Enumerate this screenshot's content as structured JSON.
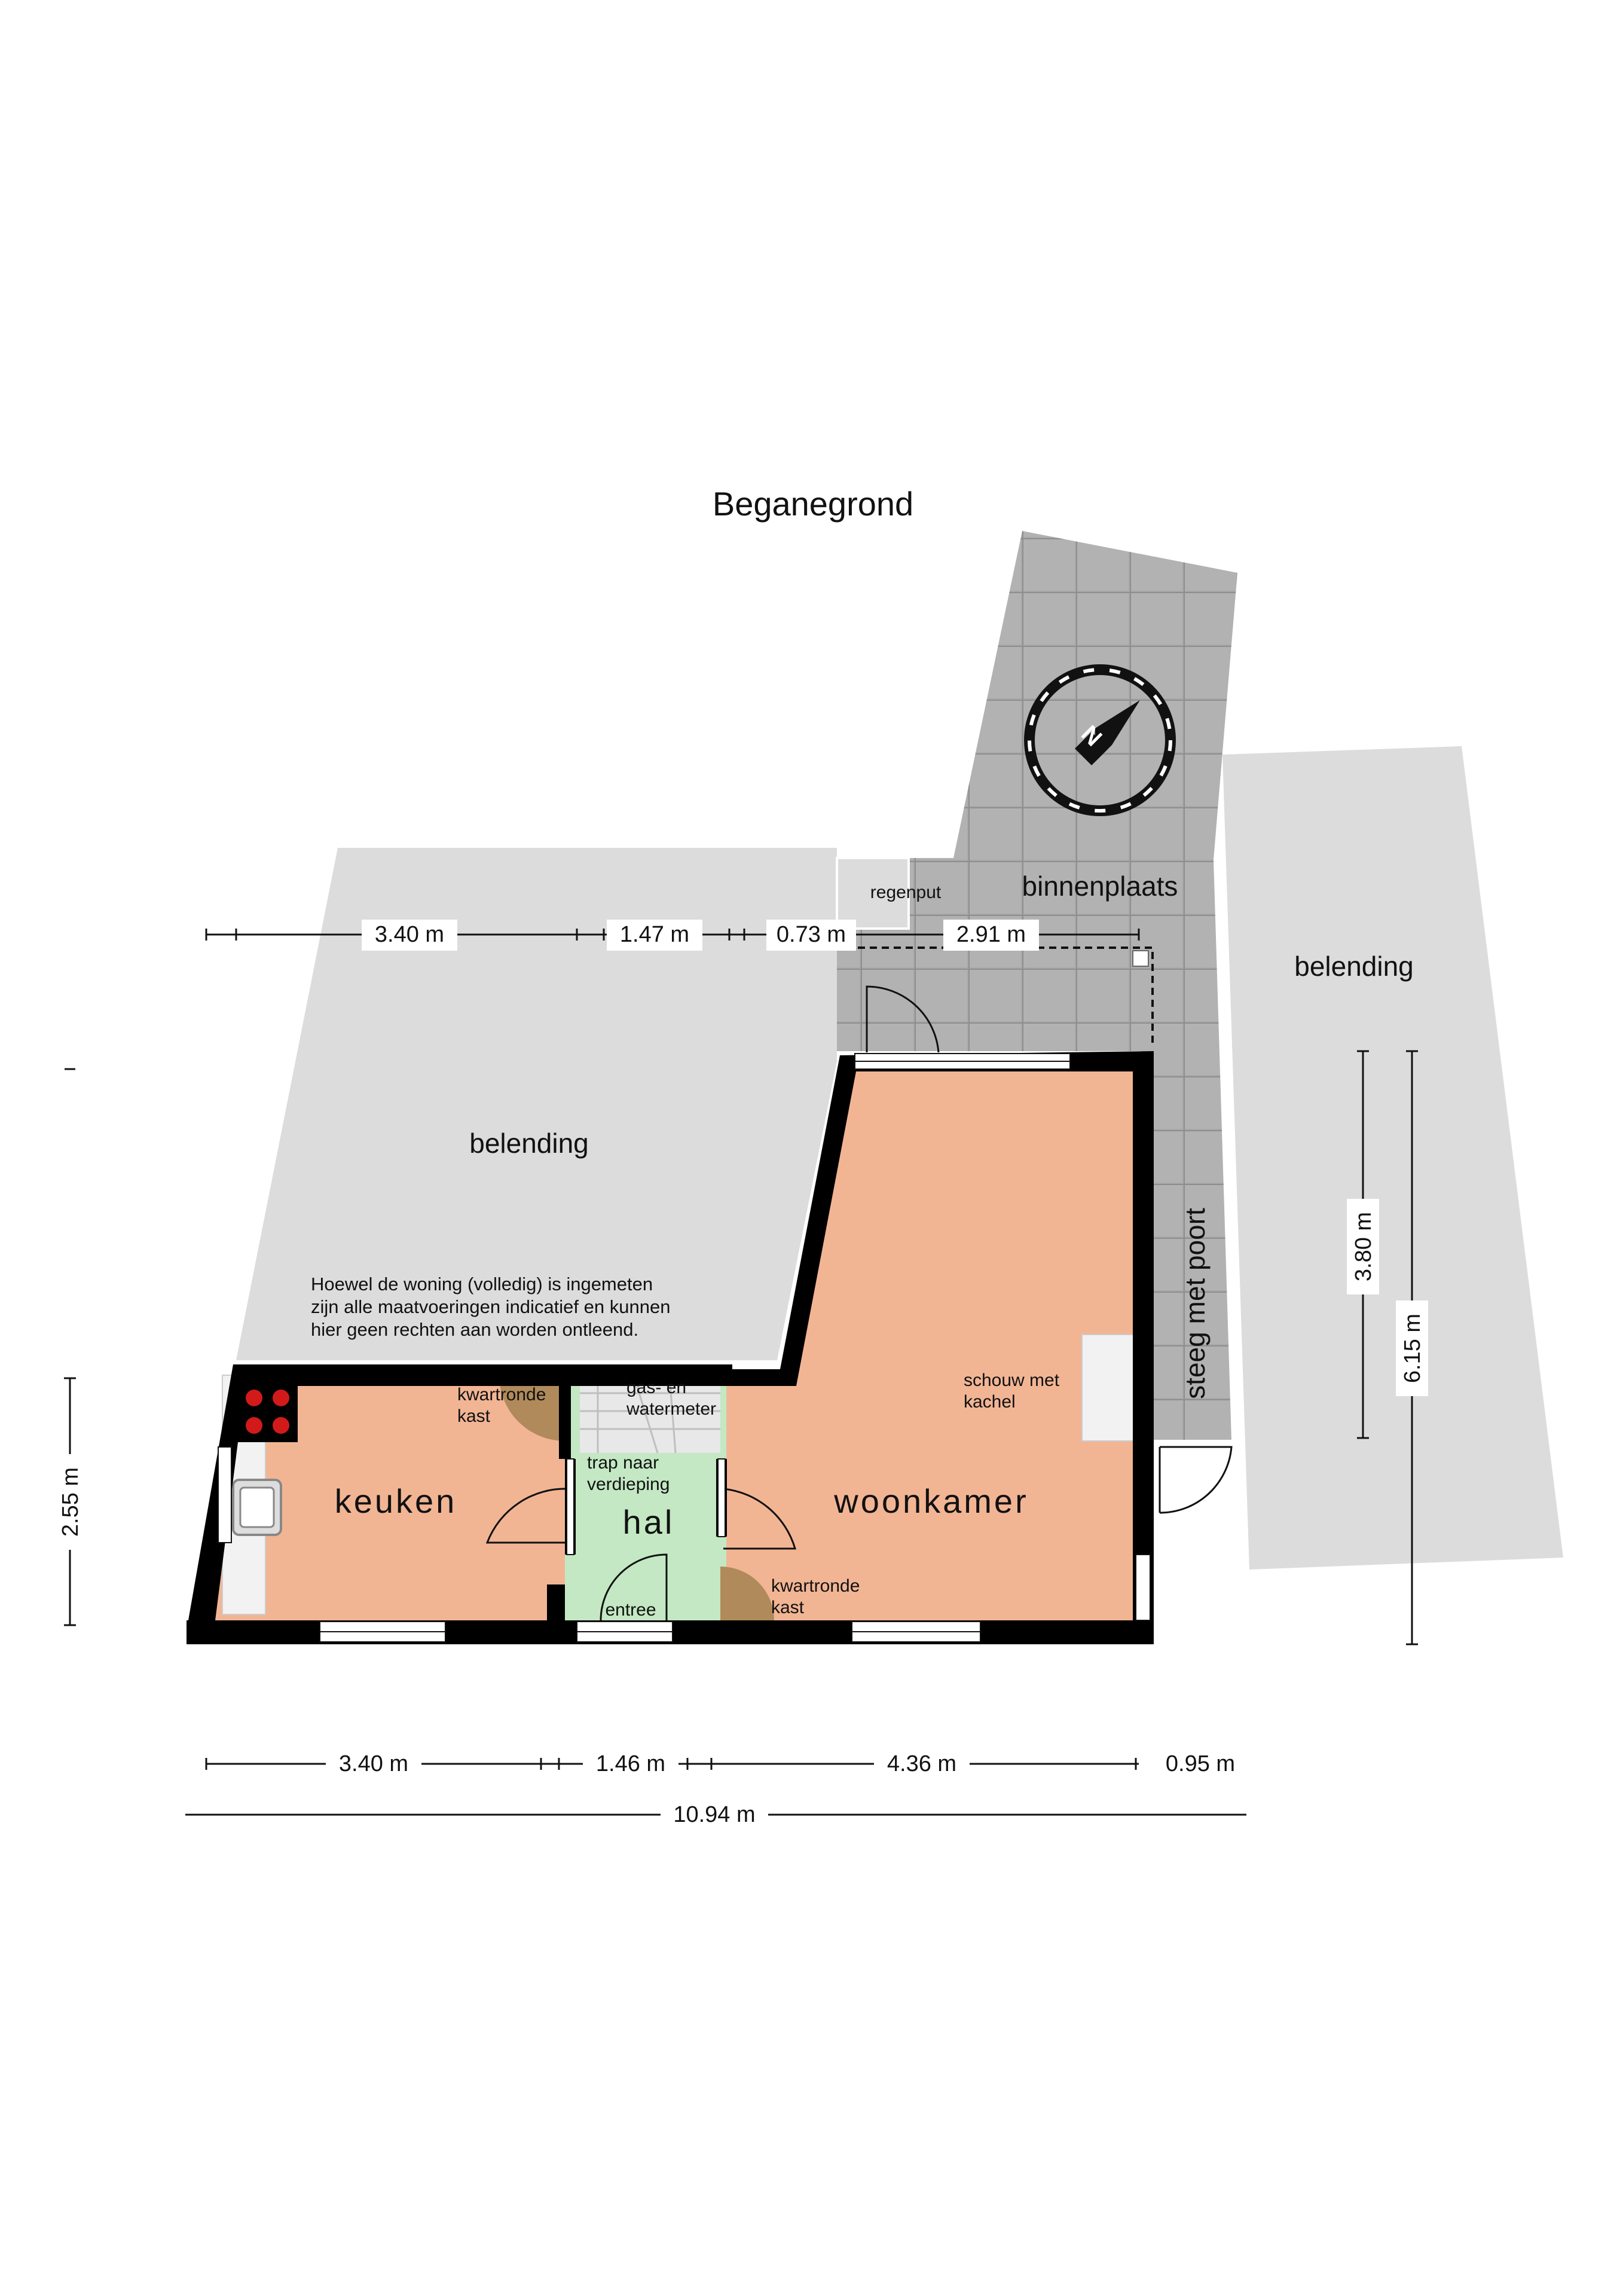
{
  "title": "Beganegrond",
  "rooms": {
    "keuken": "keuken",
    "hal": "hal",
    "woonkamer": "woonkamer",
    "binnenplaats": "binnenplaats",
    "belending_left": "belending",
    "belending_right": "belending",
    "steeg": "steeg met poort"
  },
  "labels": {
    "regenput": "regenput",
    "kast_keuken_1": "kwartronde",
    "kast_keuken_2": "kast",
    "gas_1": "gas- en",
    "gas_2": "watermeter",
    "trap_1": "trap naar",
    "trap_2": "verdieping",
    "entree": "entree",
    "kast_woon_1": "kwartronde",
    "kast_woon_2": "kast",
    "schouw_1": "schouw met",
    "schouw_2": "kachel"
  },
  "disclaimer": [
    "Hoewel de woning (volledig) is ingemeten",
    "zijn alle maatvoeringen indicatief en kunnen",
    "hier geen rechten aan worden ontleend."
  ],
  "dimensions": {
    "top": [
      "3.40 m",
      "1.47 m",
      "0.73 m",
      "2.91 m"
    ],
    "bottom": [
      "3.40 m",
      "1.46 m",
      "4.36 m",
      "0.95 m"
    ],
    "total_width": "10.94 m",
    "left_height": "2.55 m",
    "right_inner": "3.80 m",
    "right_outer": "6.15 m"
  },
  "compass": {
    "label": "N"
  },
  "colors": {
    "room": "#f2b594",
    "hall": "#c3e8c3",
    "neighbour": "#dcdcdd",
    "paving": "#a9a9a9",
    "wall": "#000000"
  }
}
